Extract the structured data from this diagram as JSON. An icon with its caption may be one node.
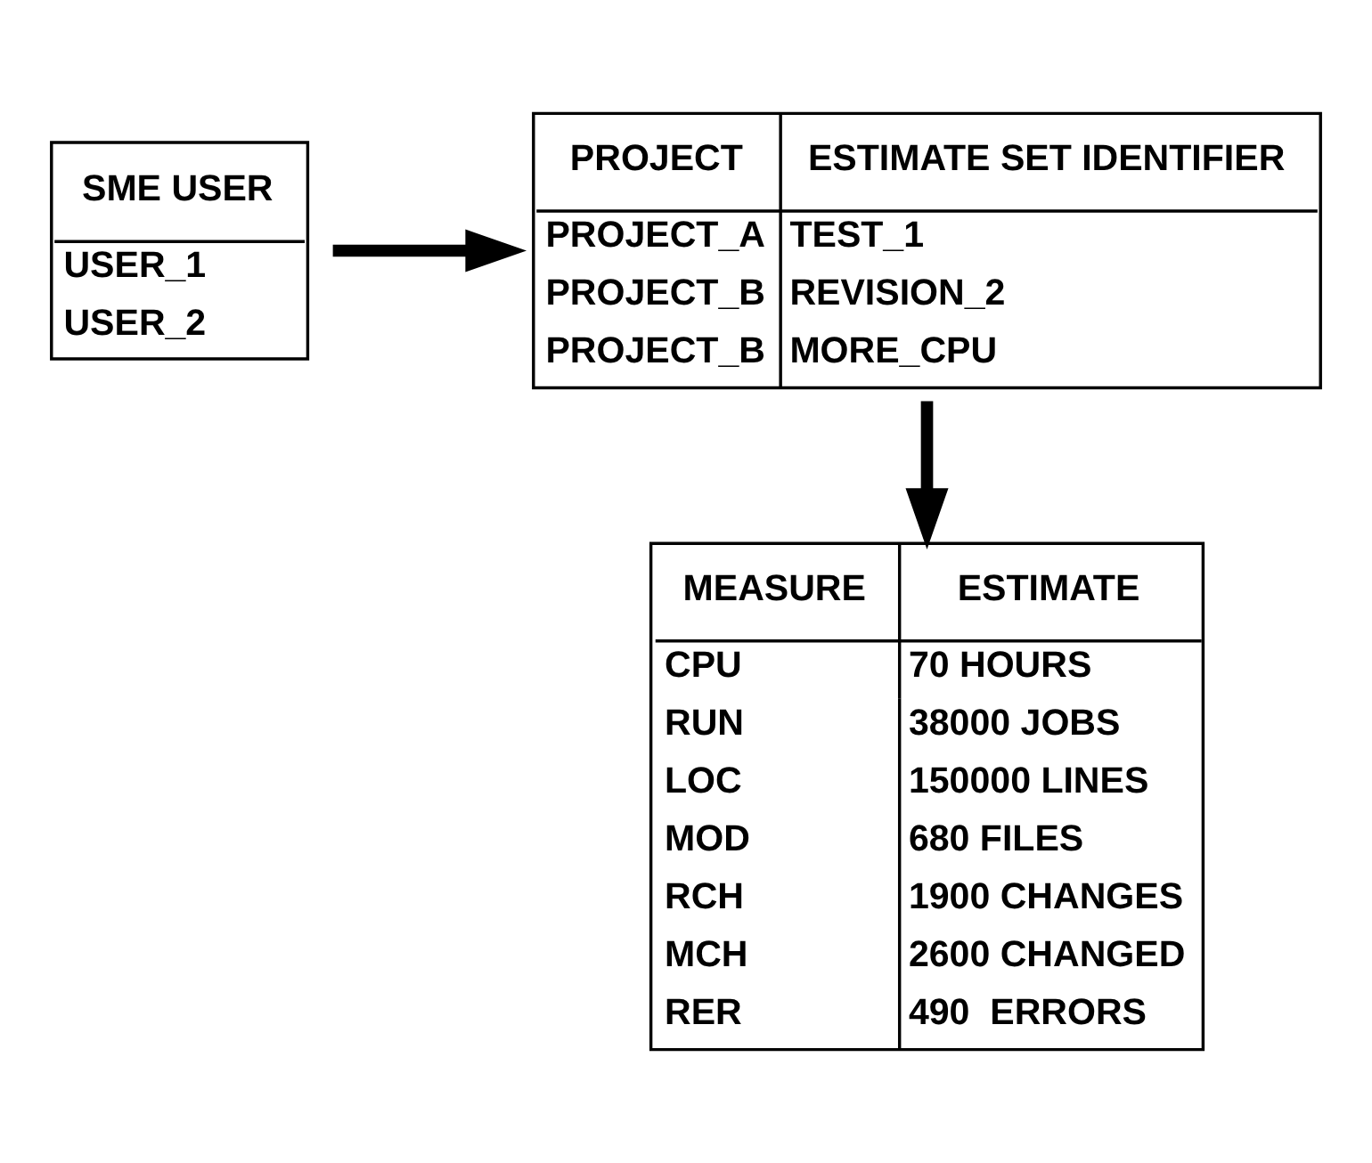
{
  "diagram": {
    "nodes": [
      {
        "text": [
          "SME USER",
          "USER_1",
          "USER_2"
        ]
      },
      {
        "text": [
          "PROJECT",
          "ESTIMATE SET IDENTIFIER",
          "PROJECT_A",
          "TEST_1",
          "PROJECT_B",
          "REVISION_2",
          "PROJECT_B",
          "MORE_CPU"
        ]
      },
      {
        "text": [
          "MEASURE",
          "ESTIMATE",
          "CPU",
          "70 HOURS",
          "RUN",
          "38000 JOBS",
          "LOC",
          "150000 LINES",
          "MOD",
          "680 FILES",
          "RCH",
          "1900 CHANGES",
          "MCH",
          "2600 CHANGED",
          "RER",
          "490  ERRORS"
        ]
      }
    ],
    "edges": [
      {
        "from": 0,
        "to": 1,
        "arrow": "to"
      },
      {
        "from": 1,
        "to": 2,
        "arrow": "to"
      }
    ]
  }
}
